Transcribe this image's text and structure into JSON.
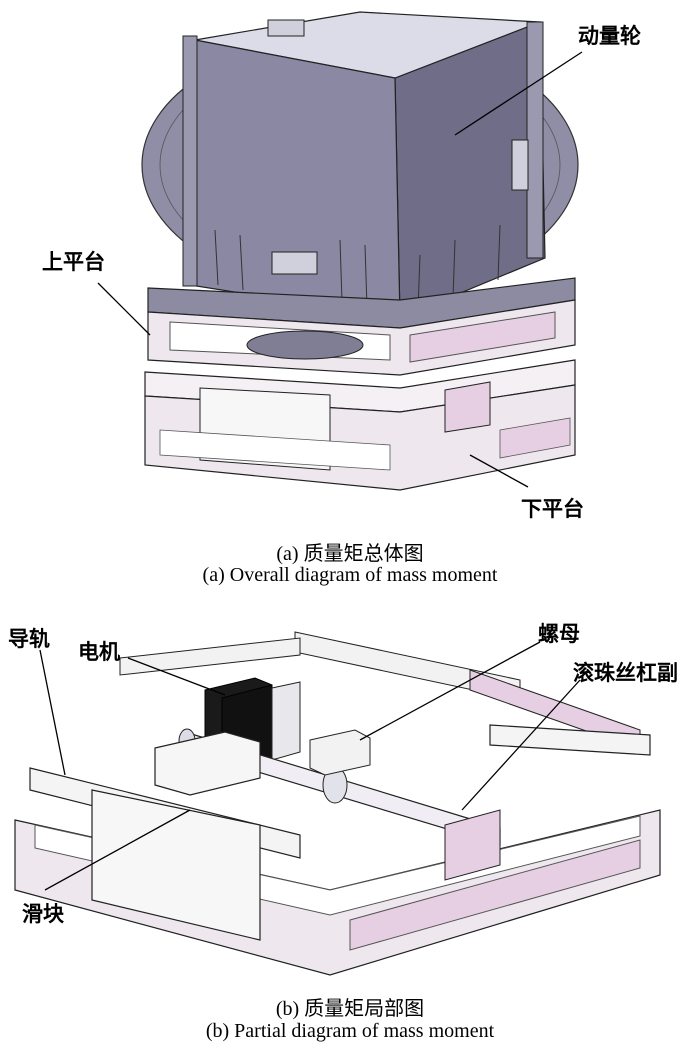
{
  "panel_a": {
    "labels": {
      "momentum_wheel": "动量轮",
      "upper_platform": "上平台",
      "lower_platform": "下平台"
    },
    "caption_cn": "(a) 质量矩总体图",
    "caption_en": "(a) Overall diagram of mass moment"
  },
  "panel_b": {
    "labels": {
      "guide_rail": "导轨",
      "motor": "电机",
      "nut": "螺母",
      "ball_screw": "滚珠丝杠副",
      "slider": "滑块"
    },
    "caption_cn": "(b) 质量矩局部图",
    "caption_en": "(b) Partial diagram of mass moment"
  },
  "colors": {
    "box_face": "#8a88a2",
    "box_side": "#6f6d88",
    "box_top": "#d9d9e6",
    "platform": "#eee8ee",
    "pink": "#e6cfe3",
    "motor": "#1a1a1a"
  }
}
